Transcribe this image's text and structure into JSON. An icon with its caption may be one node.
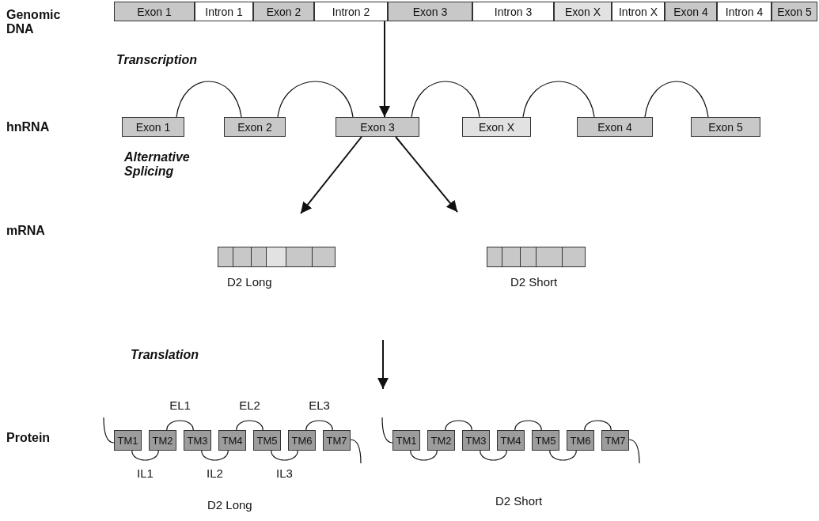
{
  "diagram": {
    "nodes": [
      {
        "text": [
          "Exon 1"
        ]
      },
      {
        "text": [
          "Intron 1"
        ]
      },
      {
        "text": [
          "Exon 2"
        ]
      },
      {
        "text": [
          "Intron 2"
        ]
      },
      {
        "text": [
          "Exon 3"
        ]
      },
      {
        "text": [
          "Intron 3"
        ]
      },
      {
        "text": [
          "Exon X"
        ]
      },
      {
        "text": [
          "Intron X"
        ]
      },
      {
        "text": [
          "Exon 4"
        ]
      },
      {
        "text": [
          "Intron 4"
        ]
      },
      {
        "text": [
          "Exon 5"
        ]
      },
      {
        "text": [
          "Exon 1"
        ]
      },
      {
        "text": [
          "Exon 2"
        ]
      },
      {
        "text": [
          "Exon 3"
        ]
      },
      {
        "text": [
          "Exon X"
        ]
      },
      {
        "text": [
          "Exon 4"
        ]
      },
      {
        "text": [
          "Exon 5"
        ]
      },
      {
        "text": [],
        "shape": "bar",
        "beside": [
          "D2 Long"
        ]
      },
      {
        "text": [],
        "shape": "bar",
        "beside": [
          "D2 Short"
        ]
      },
      {
        "text": [
          "TM1"
        ]
      },
      {
        "text": [
          "TM2"
        ]
      },
      {
        "text": [
          "TM3"
        ]
      },
      {
        "text": [
          "TM4"
        ]
      },
      {
        "text": [
          "TM5"
        ]
      },
      {
        "text": [
          "TM6"
        ]
      },
      {
        "text": [
          "TM7"
        ]
      },
      {
        "text": [
          "TM1"
        ]
      },
      {
        "text": [
          "TM2"
        ]
      },
      {
        "text": [
          "TM3"
        ]
      },
      {
        "text": [
          "TM4"
        ]
      },
      {
        "text": [
          "TM5"
        ]
      },
      {
        "text": [
          "TM6"
        ]
      },
      {
        "text": [
          "TM7"
        ]
      }
    ],
    "edges": [
      {
        "from": 3,
        "to": 13,
        "arrow": "to"
      },
      {
        "from": 11,
        "to": 12,
        "arrow": "none"
      },
      {
        "from": 12,
        "to": 13,
        "arrow": "none"
      },
      {
        "from": 13,
        "to": 14,
        "arrow": "none"
      },
      {
        "from": 14,
        "to": 15,
        "arrow": "none"
      },
      {
        "from": 15,
        "to": 16,
        "arrow": "none"
      },
      {
        "from": 13,
        "to": 17,
        "arrow": "to"
      },
      {
        "from": 13,
        "to": 18,
        "arrow": "to"
      },
      {
        "from": null,
        "to": 19,
        "arrow": "none"
      },
      {
        "from": 19,
        "to": 20,
        "arrow": "none",
        "label": "IL1"
      },
      {
        "from": 20,
        "to": 21,
        "arrow": "none",
        "label": "EL1"
      },
      {
        "from": 21,
        "to": 22,
        "arrow": "none",
        "label": "IL2"
      },
      {
        "from": 22,
        "to": 23,
        "arrow": "none",
        "label": "EL2"
      },
      {
        "from": 23,
        "to": 24,
        "arrow": "none",
        "label": "IL3"
      },
      {
        "from": 24,
        "to": 25,
        "arrow": "none",
        "label": "EL3"
      },
      {
        "from": 25,
        "to": null,
        "arrow": "none"
      },
      {
        "from": null,
        "to": 26,
        "arrow": "none"
      },
      {
        "from": 26,
        "to": 27,
        "arrow": "none"
      },
      {
        "from": 27,
        "to": 28,
        "arrow": "none"
      },
      {
        "from": 28,
        "to": 29,
        "arrow": "none"
      },
      {
        "from": 29,
        "to": 30,
        "arrow": "none"
      },
      {
        "from": 30,
        "to": 31,
        "arrow": "none"
      },
      {
        "from": 31,
        "to": 32,
        "arrow": "none"
      },
      {
        "from": 32,
        "to": null,
        "arrow": "none"
      }
    ],
    "labels": [
      "Genomic DNA",
      "Transcription",
      "hnRNA",
      "Alternative Splicing",
      "mRNA",
      "Translation",
      "Protein",
      "D2 Long",
      "D2 Short"
    ]
  }
}
